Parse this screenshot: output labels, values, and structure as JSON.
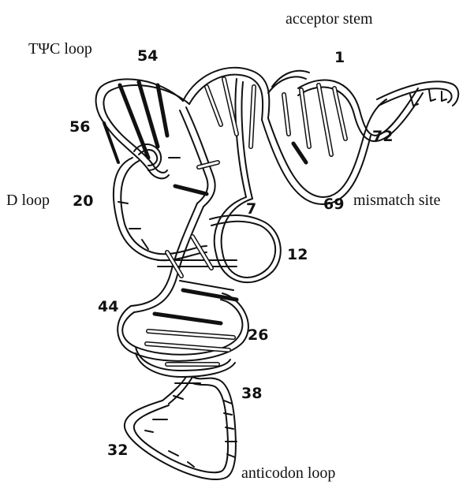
{
  "labels": {
    "acceptor_stem": "acceptor  stem",
    "tpsic_loop": "TΨC loop",
    "d_loop": "D loop",
    "mismatch_site": "mismatch  site",
    "anticodon_loop": "anticodon  loop"
  },
  "positions": {
    "n1": "1",
    "n54": "54",
    "n56": "56",
    "n72": "72",
    "n20": "20",
    "n7": "7",
    "n69": "69",
    "n12": "12",
    "n44": "44",
    "n26": "26",
    "n38": "38",
    "n32": "32"
  },
  "colors": {
    "ink": "#111111",
    "paper": "#ffffff"
  }
}
